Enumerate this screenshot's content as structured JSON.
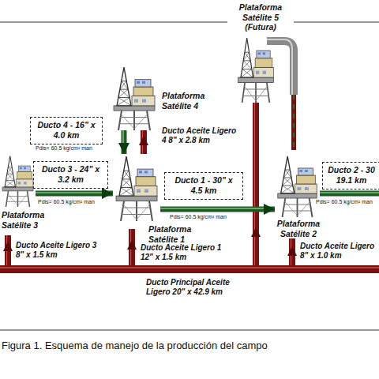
{
  "diagram": {
    "caption": "Figura 1. Esquema de manejo de la producción del campo",
    "nodes": [
      {
        "text": [
          "Plataforma Satélite 5 (Futura)"
        ]
      },
      {
        "text": [
          "Plataforma Satélite 4"
        ]
      },
      {
        "text": [
          "Ducto 4 - 16\" x 4.0 km"
        ]
      },
      {
        "text": [
          "Ducto 3 - 24\" x 3.2 km"
        ]
      },
      {
        "text": [
          "Ducto 1 - 30\" x 4.5 km"
        ]
      },
      {
        "text": [
          "Ducto 2 - 30 19.1 km"
        ]
      },
      {
        "text": [
          "Plataforma Satélite 3"
        ]
      },
      {
        "text": [
          "Plataforma Satélite 1"
        ]
      },
      {
        "text": [
          "Plataforma Satélite 2"
        ]
      }
    ],
    "edges": [
      {
        "from": 6,
        "to": 7,
        "arrow": "to"
      },
      {
        "from": 7,
        "to": 8,
        "arrow": "to"
      },
      {
        "from": 1,
        "to": 7,
        "arrow": "to"
      }
    ],
    "labels": [
      "Pdis= 60.5 kg/cm² man",
      "Ducto Aceite Ligero 4 8\" x 2.8 km",
      "Pdis= 60.5 kg/cm² man",
      "Pdis= 60.5 kg/cm² man",
      "Pdis= 60.5 kg/cm² man",
      "Ducto Aceite Ligero 3 8\" x 1.5 km",
      "Ducto Aceite Ligero 1 12\" x 1.5 km",
      "Ducto Aceite Ligero 8\" x 1.0 km",
      "Ducto Principal Aceite Ligero 20\" x 42.9 km"
    ]
  }
}
